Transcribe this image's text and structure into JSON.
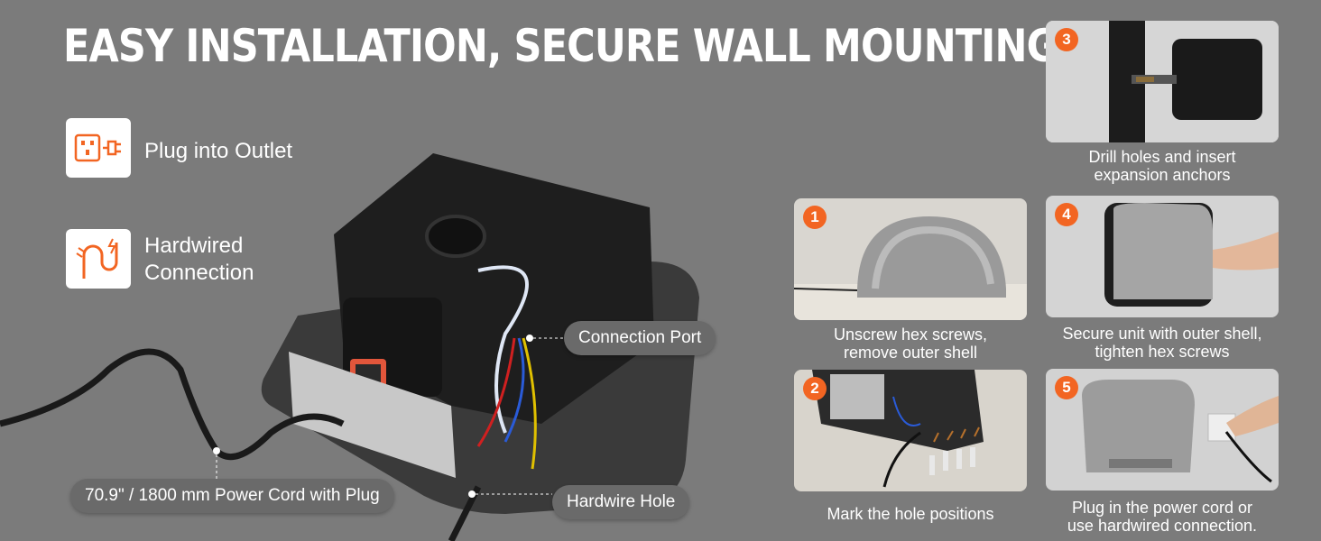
{
  "headline": "EASY INSTALLATION, SECURE WALL MOUNTING",
  "features": [
    {
      "icon": "plug-outlet-icon",
      "label": "Plug into Outlet"
    },
    {
      "icon": "hardwired-connection-icon",
      "label_line1": "Hardwired",
      "label_line2": "Connection"
    }
  ],
  "callouts": {
    "connection_port": "Connection Port",
    "power_cord": "70.9\" / 1800 mm Power Cord with Plug",
    "hardwire_hole": "Hardwire Hole"
  },
  "steps": [
    {
      "number": "1",
      "caption_line1": "Unscrew hex screws,",
      "caption_line2": "remove outer shell"
    },
    {
      "number": "2",
      "caption_line1": "Mark the hole positions",
      "caption_line2": ""
    },
    {
      "number": "3",
      "caption_line1": "Drill holes and insert",
      "caption_line2": "expansion anchors"
    },
    {
      "number": "4",
      "caption_line1": "Secure unit with outer shell,",
      "caption_line2": "tighten hex screws"
    },
    {
      "number": "5",
      "caption_line1": "Plug in the power cord or",
      "caption_line2": "use hardwired connection."
    }
  ],
  "colors": {
    "accent": "#f26522",
    "background": "#7b7b7b",
    "pill": "#6a6a6a"
  }
}
